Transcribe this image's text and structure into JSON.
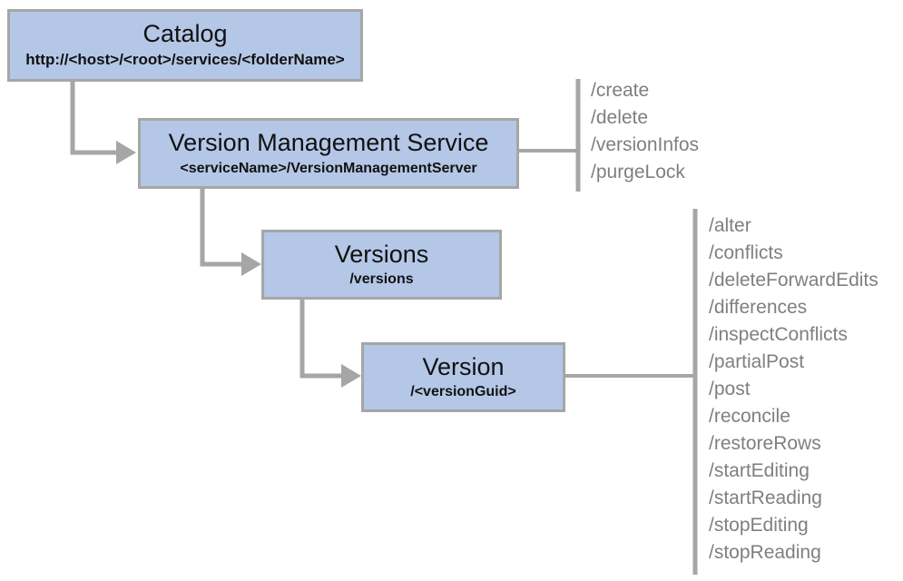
{
  "diagram": {
    "nodes": {
      "catalog": {
        "title": "Catalog",
        "subtitle": "http://<host>/<root>/services/<folderName>"
      },
      "vms": {
        "title": "Version Management Service",
        "subtitle": "<serviceName>/VersionManagementServer"
      },
      "versions": {
        "title": "Versions",
        "subtitle": "/versions"
      },
      "version": {
        "title": "Version",
        "subtitle": "/<versionGuid>"
      }
    },
    "endpoint_lists": {
      "vms": [
        "/create",
        "/delete",
        "/versionInfos",
        "/purgeLock"
      ],
      "version": [
        "/alter",
        "/conflicts",
        "/deleteForwardEdits",
        "/differences",
        "/inspectConflicts",
        "/partialPost",
        "/post",
        "/reconcile",
        "/restoreRows",
        "/startEditing",
        "/startReading",
        "/stopEditing",
        "/stopReading"
      ]
    },
    "colors": {
      "node_fill": "#b4c7e7",
      "node_border": "#a6a6a6",
      "connector": "#a6a6a6",
      "endpoint_text": "#7f7f7f",
      "node_text": "#111111"
    }
  }
}
